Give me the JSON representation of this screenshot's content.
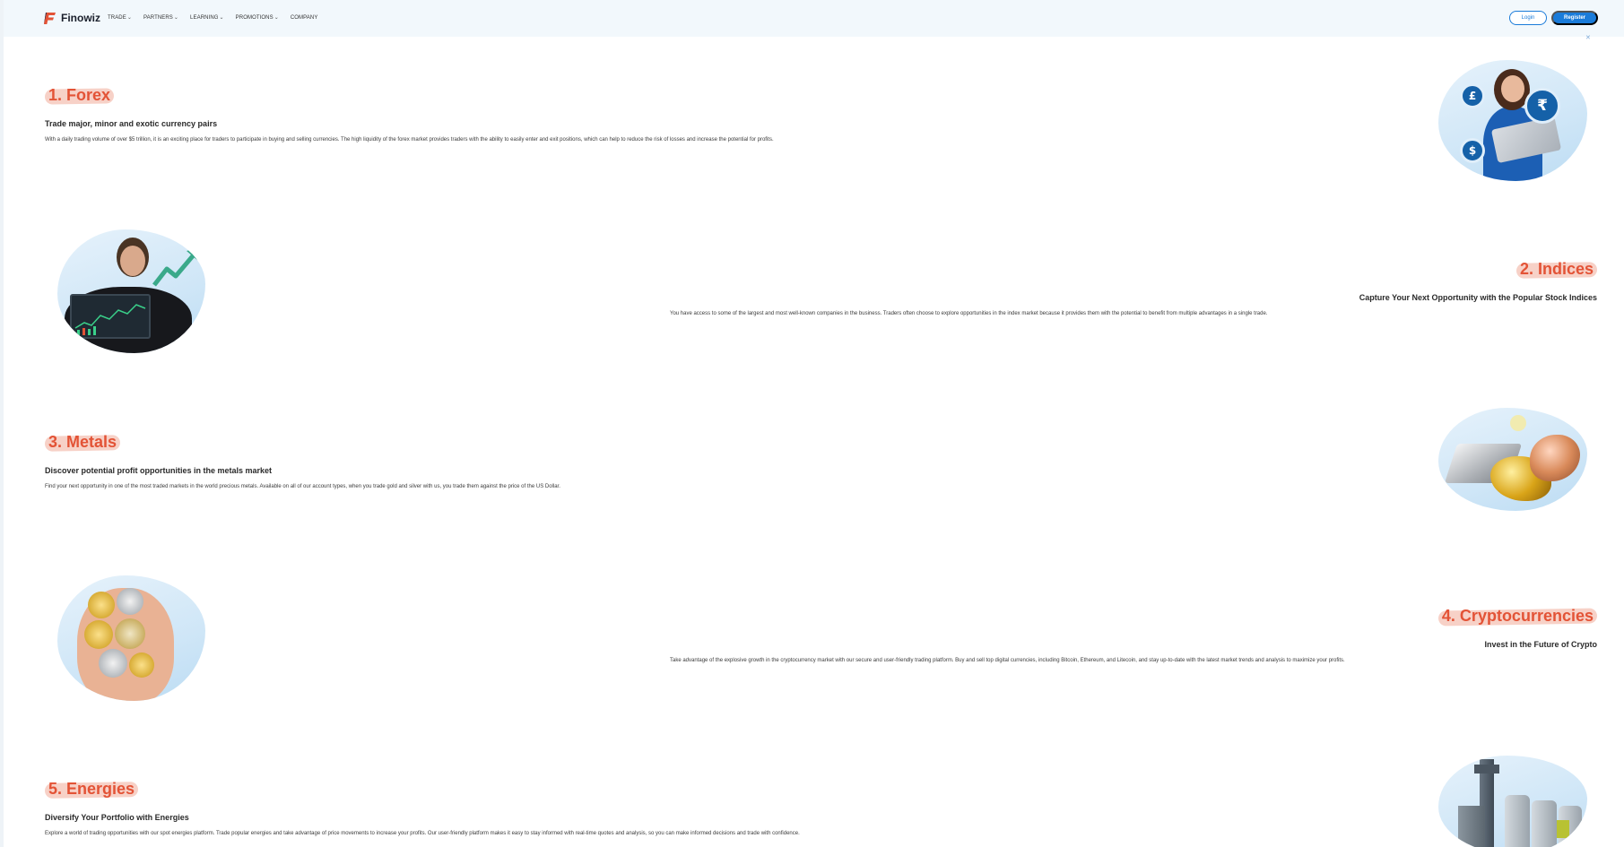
{
  "nav": {
    "brand": "Finowiz",
    "menu": [
      {
        "label": "TRADE",
        "has_dropdown": true
      },
      {
        "label": "PARTNERS",
        "has_dropdown": true
      },
      {
        "label": "LEARNING",
        "has_dropdown": true
      },
      {
        "label": "PROMOTIONS",
        "has_dropdown": true
      },
      {
        "label": "COMPANY",
        "has_dropdown": false
      }
    ],
    "login_label": "Login",
    "register_label": "Register",
    "chevron": "⌄"
  },
  "sections": [
    {
      "title": "1. Forex",
      "subtitle": "Trade major, minor and exotic currency pairs",
      "description": "With a daily trading volume of over $5 trillion, it is an exciting place for traders to participate in buying and selling currencies. The high liquidity of the forex market provides traders with the ability to easily enter and exit positions, which can help to reduce the risk of losses and increase the potential for profits.",
      "image": "woman-with-laptop-currency-icons",
      "coins": [
        "£",
        "₹",
        "$"
      ]
    },
    {
      "title": "2. Indices",
      "subtitle": "Capture Your Next Opportunity with the Popular Stock Indices",
      "description": "You have access to some of the largest and most well-known companies in the business. Traders often choose to explore opportunities in the index market because it provides them with the potential to benefit from multiple advantages in a single trade.",
      "image": "man-with-laptop-chart-arrow"
    },
    {
      "title": "3. Metals",
      "subtitle": "Discover potential profit opportunities in the metals market",
      "description": "Find your next opportunity in one of the most traded markets in the world precious metals. Available on all of our account types, when you trade gold and silver with us, you trade them against the price of the US Dollar.",
      "image": "silver-bar-gold-copper-nuggets"
    },
    {
      "title": "4. Cryptocurrencies",
      "subtitle": "Invest in the Future of Crypto",
      "description": "Take advantage of the explosive growth in the cryptocurrency market with our secure and user-friendly trading platform. Buy and sell top digital currencies, including Bitcoin, Ethereum, and Litecoin, and stay up-to-date with the latest market trends and analysis to maximize your profits.",
      "image": "hands-holding-crypto-coins"
    },
    {
      "title": "5. Energies",
      "subtitle": "Diversify Your Portfolio with Energies",
      "description": "Explore a world of trading opportunities with our spot energies platform. Trade popular energies and take advantage of price movements to increase your profits. Our user-friendly platform makes it easy to stay informed with real-time quotes and analysis, so you can make informed decisions and trade with confidence.",
      "image": "industrial-energy-plant-silos"
    }
  ],
  "colors": {
    "accent": "#e35336",
    "highlight": "#f6c9bd",
    "primary_blue": "#1a7bd9",
    "nav_bg": "#f2f8fc"
  }
}
